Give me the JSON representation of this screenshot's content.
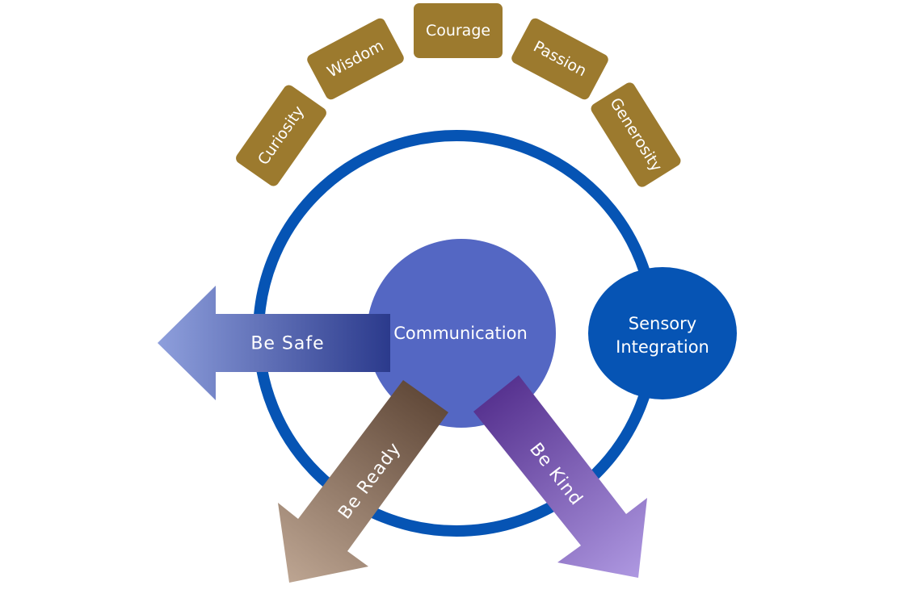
{
  "colors": {
    "ring": "#0654b4",
    "value_box": "#9c7a2e",
    "center_circle": "#5467c3",
    "side_circle": "#0654b4",
    "safe_arrow": [
      "#2b3a8c",
      "#8e9fdc"
    ],
    "ready_arrow": [
      "#5e4636",
      "#bda592"
    ],
    "kind_arrow": [
      "#55308e",
      "#ad97e0"
    ]
  },
  "values": [
    {
      "label": "Curiosity"
    },
    {
      "label": "Wisdom"
    },
    {
      "label": "Courage"
    },
    {
      "label": "Passion"
    },
    {
      "label": "Generosity"
    }
  ],
  "center": {
    "label": "Communication"
  },
  "side": {
    "line1": "Sensory",
    "line2": "Integration"
  },
  "arrows": {
    "safe": "Be Safe",
    "ready": "Be Ready",
    "kind": "Be Kind"
  }
}
